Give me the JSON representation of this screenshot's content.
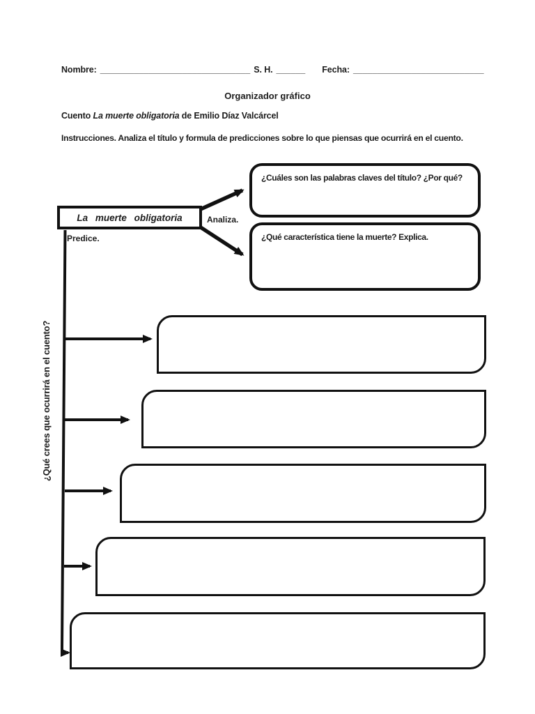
{
  "header": {
    "nombre_label": "Nombre:",
    "nombre_blank": "_______________________________",
    "sh_label": "S. H.",
    "sh_blank": "______",
    "fecha_label": "Fecha:",
    "fecha_blank": "___________________________",
    "title": "Organizador gráfico"
  },
  "cuento": {
    "prefix": "Cuento",
    "story_title": "La muerte obligatoria",
    "suffix": "de Emilio Díaz Valcárcel"
  },
  "instructions": "Instrucciones. Analiza el título y formula de predicciones sobre lo que piensas que ocurrirá en el cuento.",
  "diagram": {
    "title_box": "La muerte obligatoria",
    "analiza_label": "Analiza.",
    "predice_label": "Predice.",
    "question_boxes": [
      {
        "text": "¿Cuáles son las palabras claves del título? ¿Por qué?"
      },
      {
        "text": "¿Qué característica tiene la muerte?  Explica."
      }
    ],
    "side_question": "¿Qué crees que ocurrirá en el cuento?",
    "prediction_boxes": [
      {
        "text": ""
      },
      {
        "text": ""
      },
      {
        "text": ""
      },
      {
        "text": ""
      },
      {
        "text": ""
      }
    ],
    "colors": {
      "ink": "#1b1b1b",
      "line": "#111111",
      "background": "#ffffff"
    }
  }
}
